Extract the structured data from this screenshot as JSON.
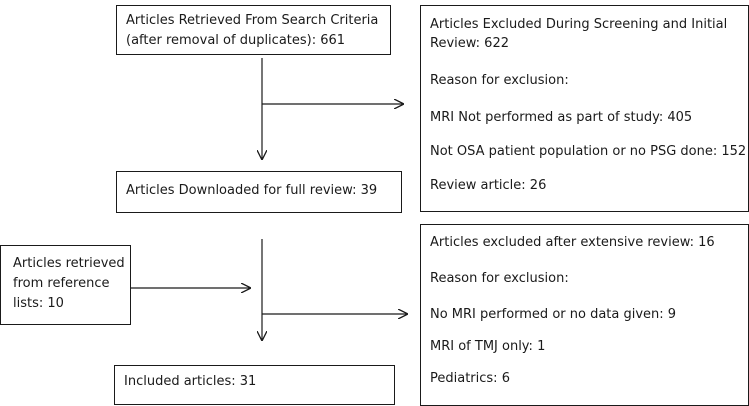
{
  "boxes": {
    "retrieved": {
      "line1": "Articles Retrieved From Search Criteria",
      "line2": "(after removal of duplicates): 661"
    },
    "excluded_screening": {
      "line1": "Articles Excluded During Screening and Initial",
      "line2": "Review: 622",
      "reason_heading": "Reason for exclusion:",
      "reasons": [
        "MRI Not performed as part of study: 405",
        "Not OSA patient population or no PSG done: 152",
        "Review article: 26"
      ]
    },
    "downloaded": {
      "text": "Articles Downloaded for full review:  39"
    },
    "reference_lists": {
      "line1": "Articles retrieved",
      "line2": "from reference",
      "line3": "lists:  10"
    },
    "excluded_extensive": {
      "line1": "Articles excluded after extensive review: 16",
      "reason_heading": "Reason for exclusion:",
      "reasons": [
        "No MRI performed or no data given: 9",
        "MRI of TMJ only: 1",
        "Pediatrics: 6"
      ]
    },
    "included": {
      "text": "Included articles: 31"
    }
  },
  "colors": {
    "line": "#1a1a1a",
    "text": "#1a1a1a",
    "background": "#ffffff"
  }
}
